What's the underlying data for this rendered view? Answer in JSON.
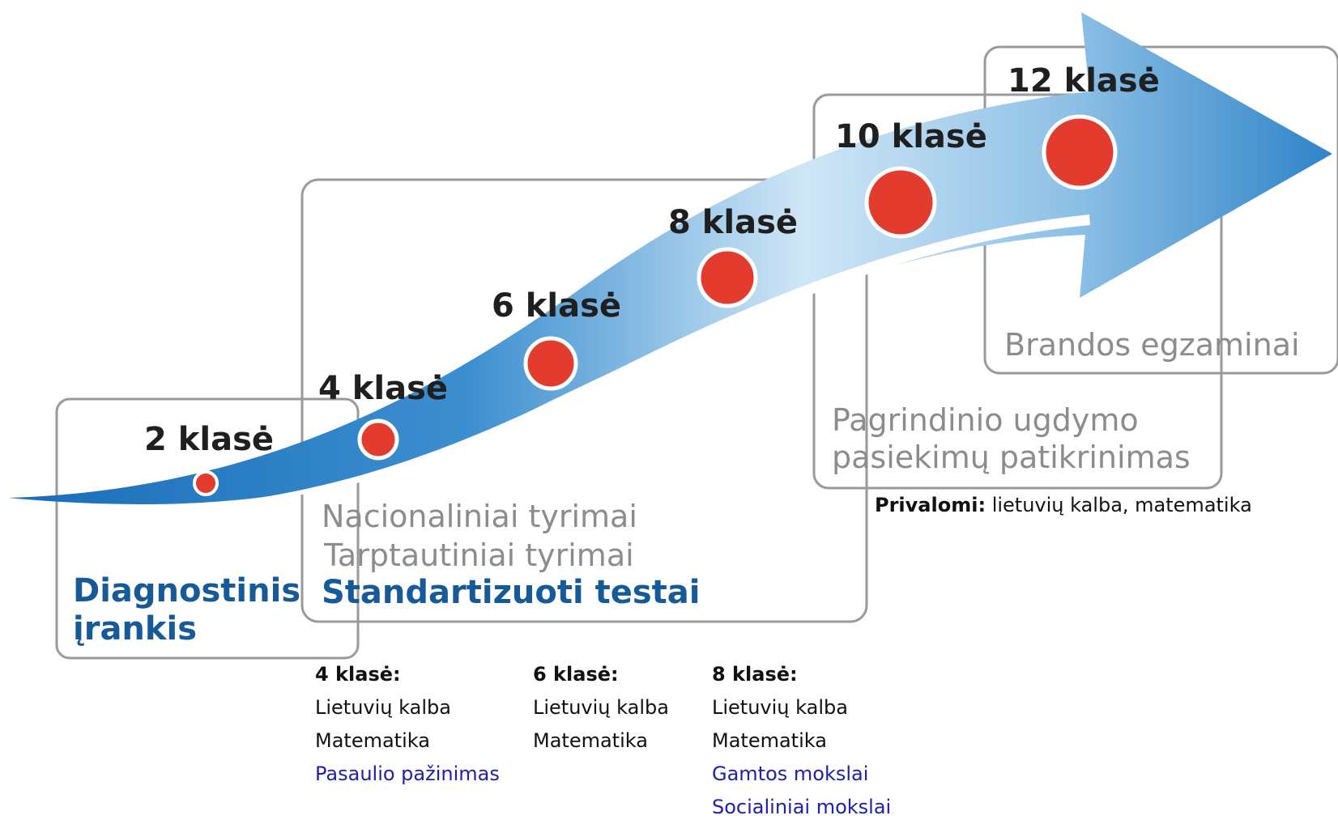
{
  "grades": [
    {
      "label": "2 klasė"
    },
    {
      "label": "4 klasė"
    },
    {
      "label": "6 klasė"
    },
    {
      "label": "8 klasė"
    },
    {
      "label": "10 klasė"
    },
    {
      "label": "12 klasė"
    }
  ],
  "boxes": {
    "diagnostic": {
      "line1": "Diagnostinis",
      "line2": "įrankis"
    },
    "standardized": {
      "line1": "Nacionaliniai tyrimai",
      "line2": "Tarptautiniai tyrimai",
      "line3": "Standartizuoti testai"
    },
    "basic": {
      "line1": "Pagrindinio ugdymo",
      "line2": "pasiekimų patikrinimas"
    },
    "matura": {
      "line1": "Brandos egzaminai"
    }
  },
  "mandatory": {
    "label": "Privalomi:",
    "text": "lietuvių kalba, matematika"
  },
  "subjects": {
    "g4": {
      "heading": "4 klasė:",
      "items": [
        "Lietuvių kalba",
        "Matematika"
      ],
      "optional": [
        "Pasaulio pažinimas"
      ]
    },
    "g6": {
      "heading": "6 klasė:",
      "items": [
        "Lietuvių kalba",
        "Matematika"
      ],
      "optional": []
    },
    "g8": {
      "heading": "8 klasė:",
      "items": [
        "Lietuvių kalba",
        "Matematika"
      ],
      "optional": [
        "Gamtos mokslai",
        "Socialiniai mokslai"
      ]
    }
  },
  "colors": {
    "arrow_dark": "#1a6cb8",
    "arrow_light": "#cfe6f6",
    "marker": "#e33b2e",
    "heading_blue": "#175a98",
    "optional_subject": "#2020a8",
    "box_border": "#9a9a9a",
    "grey_text": "#8c8c8c"
  }
}
